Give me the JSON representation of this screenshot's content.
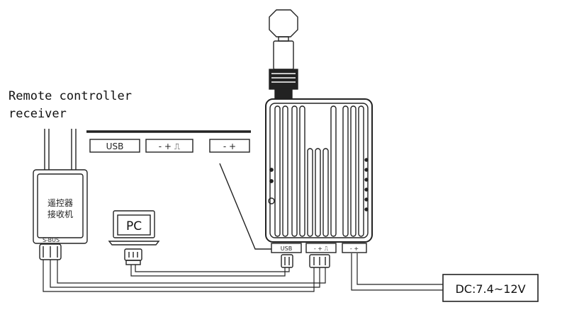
{
  "receiver": {
    "label_line1": "Remote controller",
    "label_line2": "receiver",
    "box_line1": "遥控器",
    "box_line2": "接收机",
    "port_label": "S-BUS"
  },
  "pc": {
    "label": "PC"
  },
  "legend": {
    "usb": "USB",
    "signal": "- + ⎍",
    "power": "- +"
  },
  "device_ports": {
    "usb": "USB",
    "signal": "- + ⎍",
    "power": "- +"
  },
  "power_supply": {
    "label": "DC:7.4~12V"
  }
}
